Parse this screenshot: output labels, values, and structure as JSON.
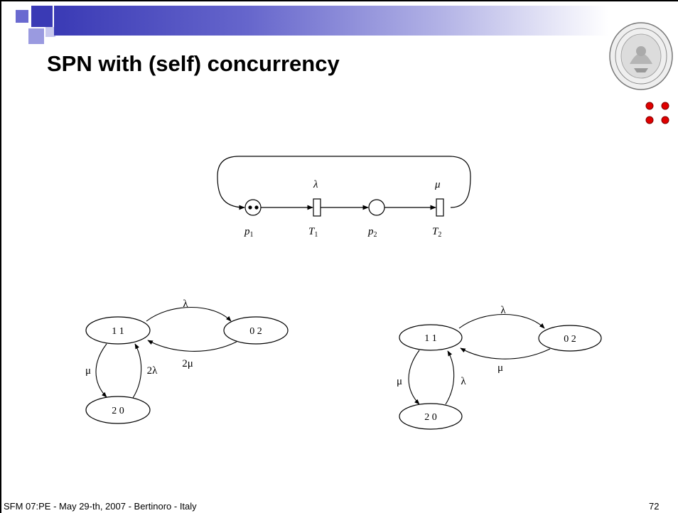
{
  "slide": {
    "title": "SPN with (self) concurrency",
    "footer": "SFM 07:PE - May 29-th, 2007 - Bertinoro - Italy",
    "page_number": "72",
    "accent_color": "#3a3ab5",
    "bullet_color": "#e00000"
  },
  "petri_net": {
    "places": [
      {
        "label_base": "p",
        "label_sub": "1",
        "tokens": 2
      },
      {
        "label_base": "p",
        "label_sub": "2",
        "tokens": 0
      }
    ],
    "transitions": [
      {
        "label_base": "T",
        "label_sub": "1",
        "rate": "λ"
      },
      {
        "label_base": "T",
        "label_sub": "2",
        "rate": "μ"
      }
    ]
  },
  "left_ctmc": {
    "states": [
      "1 1",
      "0 2",
      "2 0"
    ],
    "edges": {
      "s11_to_s02": "λ",
      "s02_to_s11": "2μ",
      "s11_to_s20": "μ",
      "s20_to_s11": "2λ"
    }
  },
  "right_ctmc": {
    "states": [
      "1 1",
      "0 2",
      "2 0"
    ],
    "edges": {
      "s11_to_s02": "λ",
      "s02_to_s11": "μ",
      "s11_to_s20": "μ",
      "s20_to_s11": "λ"
    }
  }
}
